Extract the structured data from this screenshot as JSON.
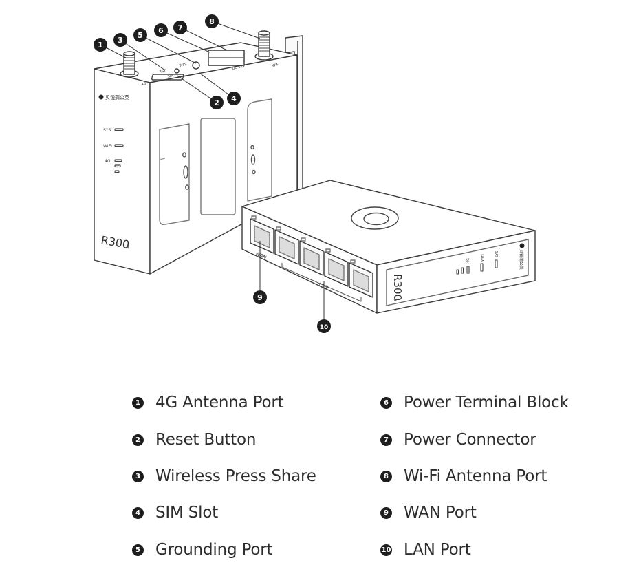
{
  "device": {
    "brand": "贝锐蒲公英",
    "model": "R300",
    "model_suffix": "A",
    "indicators": [
      "SYS",
      "WIFI",
      "4G"
    ],
    "port_labels": {
      "wan": "WAN",
      "lan": "LAN"
    },
    "top_labels": {
      "rst": "RST",
      "sim": "SIM",
      "wps": "WPS",
      "dc": "DC 12V",
      "wifi": "WIFI",
      "fourg": "4G"
    }
  },
  "callouts": [
    "1",
    "2",
    "3",
    "4",
    "5",
    "6",
    "7",
    "8",
    "9",
    "10"
  ],
  "legend": [
    {
      "num": "1",
      "label": "4G Antenna Port"
    },
    {
      "num": "2",
      "label": "Reset Button"
    },
    {
      "num": "3",
      "label": "Wireless Press Share"
    },
    {
      "num": "4",
      "label": "SIM Slot"
    },
    {
      "num": "5",
      "label": "Grounding Port"
    },
    {
      "num": "6",
      "label": "Power Terminal Block"
    },
    {
      "num": "7",
      "label": "Power Connector"
    },
    {
      "num": "8",
      "label": "Wi-Fi Antenna Port"
    },
    {
      "num": "9",
      "label": "WAN Port"
    },
    {
      "num": "10",
      "label": "LAN Port"
    }
  ]
}
